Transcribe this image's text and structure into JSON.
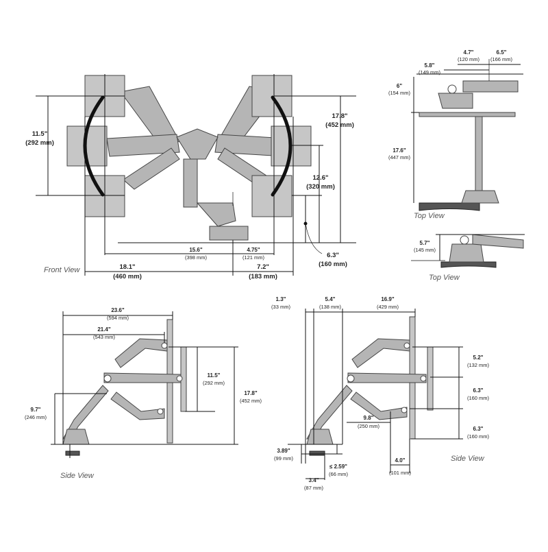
{
  "front_view": {
    "caption": "Front View",
    "height_outer": "17.8\"",
    "height_outer_mm": "(452 mm)",
    "height_mid": "11.5\"",
    "height_mid_mm": "(292 mm)",
    "height_inner": "12.6\"",
    "height_inner_mm": "(320 mm)",
    "base_height": "6.3\"",
    "base_height_mm": "(160 mm)",
    "reach_center": "15.6\"",
    "reach_center_mm": "(398 mm)",
    "base_offset": "4.75\"",
    "base_offset_mm": "(121 mm)",
    "width_left": "18.1\"",
    "width_left_mm": "(460 mm)",
    "width_right": "7.2\"",
    "width_right_mm": "(183 mm)"
  },
  "top_view": {
    "caption": "Top View",
    "arm_depth": "4.7\"",
    "arm_depth_mm": "(120 mm)",
    "arm_ext": "6.5\"",
    "arm_ext_mm": "(166 mm)",
    "pivot_offset": "5.8\"",
    "pivot_offset_mm": "(149 mm)",
    "top_h": "6\"",
    "top_h_mm": "(154 mm)",
    "pole_h": "17.6\"",
    "pole_h_mm": "(447 mm)"
  },
  "top_view_2": {
    "caption": "Top View",
    "clamp_h": "5.7\"",
    "clamp_h_mm": "(145 mm)"
  },
  "side_view_left": {
    "caption": "Side View",
    "total_depth": "23.6\"",
    "total_depth_mm": "(594 mm)",
    "arm_depth": "21.4\"",
    "arm_depth_mm": "(543 mm)",
    "mid_h": "11.5\"",
    "mid_h_mm": "(292 mm)",
    "total_h": "17.8\"",
    "total_h_mm": "(452 mm)",
    "low_h": "9.7\"",
    "low_h_mm": "(246 mm)"
  },
  "side_view_right": {
    "caption": "Side View",
    "d1": "1.3\"",
    "d1_mm": "(33 mm)",
    "d2": "5.4\"",
    "d2_mm": "(138 mm)",
    "d3": "16.9\"",
    "d3_mm": "(429 mm)",
    "h_top": "5.2\"",
    "h_top_mm": "(132 mm)",
    "h_mid": "6.3\"",
    "h_mid_mm": "(160 mm)",
    "h_low": "6.3\"",
    "h_low_mm": "(160 mm)",
    "reach": "9.8\"",
    "reach_mm": "(250 mm)",
    "clamp_h": "3.89\"",
    "clamp_h_mm": "(99 mm)",
    "clamp_thick": "≤ 2.59\"",
    "clamp_thick_mm": "(66 mm)",
    "clamp_w": "3.4\"",
    "clamp_w_mm": "(87 mm)",
    "tilt_depth": "4.0\"",
    "tilt_depth_mm": "(101 mm)"
  }
}
